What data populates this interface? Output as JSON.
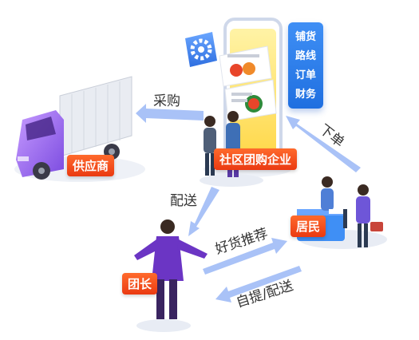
{
  "nodes": {
    "supplier": "供应商",
    "enterprise": "社区团购企业",
    "leader": "团长",
    "residents": "居民"
  },
  "flows": {
    "purchase": "采购",
    "order": "下单",
    "deliver": "配送",
    "recommend": "好货推荐",
    "pickup": "自提/配送"
  },
  "panel": {
    "lines": [
      "铺货",
      "路线",
      "订单",
      "财务"
    ]
  },
  "colors": {
    "tag": "#ea3a12",
    "arrow": "#a9c2f7",
    "panel": "#2a7de9",
    "truck": "#9b6cf0"
  }
}
